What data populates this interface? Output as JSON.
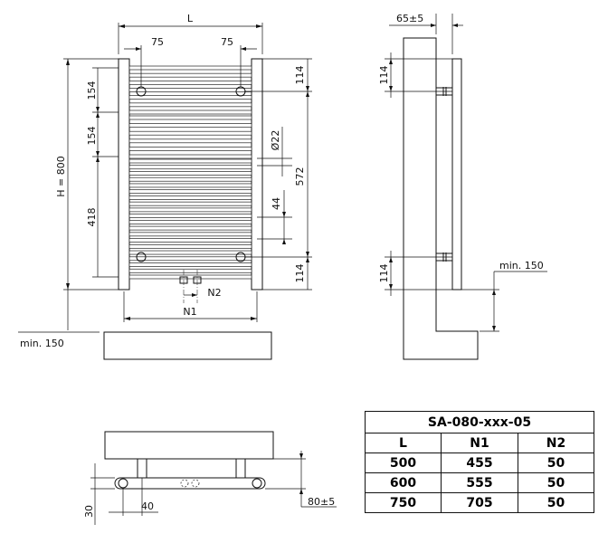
{
  "front_view": {
    "dim_L": "L",
    "dim_75_left": "75",
    "dim_75_right": "75",
    "dim_H": "H = 800",
    "dim_154_top": "154",
    "dim_154_mid": "154",
    "dim_418": "418",
    "dim_114_top": "114",
    "dim_diameter": "Ø22",
    "dim_572": "572",
    "dim_44": "44",
    "dim_114_bottom": "114",
    "dim_N1": "N1",
    "dim_N2": "N2",
    "dim_min150": "min. 150"
  },
  "side_view": {
    "dim_65": "65±5",
    "dim_114_top": "114",
    "dim_114_bottom": "114",
    "dim_min150": "min. 150"
  },
  "top_view": {
    "dim_30": "30",
    "dim_40": "40",
    "dim_80": "80±5"
  },
  "table": {
    "title": "SA-080-xxx-05",
    "headers": [
      "L",
      "N1",
      "N2"
    ],
    "rows": [
      [
        "500",
        "455",
        "50"
      ],
      [
        "600",
        "555",
        "50"
      ],
      [
        "750",
        "705",
        "50"
      ]
    ]
  }
}
